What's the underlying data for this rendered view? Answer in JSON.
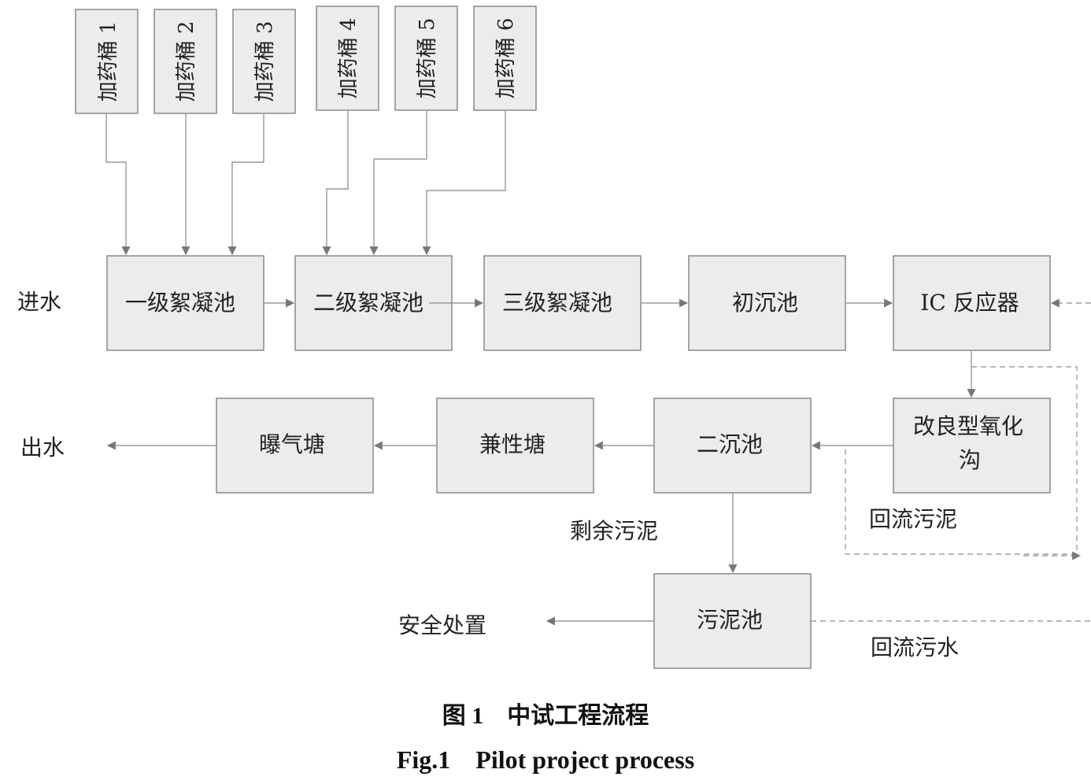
{
  "diagram": {
    "tanks": [
      "加药桶 1",
      "加药桶 2",
      "加药桶 3",
      "加药桶 4",
      "加药桶 5",
      "加药桶 6"
    ],
    "row1": [
      "一级絮凝池",
      "二级絮凝池",
      "三级絮凝池",
      "初沉池",
      "IC 反应器"
    ],
    "oxidation_ditch": [
      "改良型氧化",
      "沟"
    ],
    "row2": [
      "二沉池",
      "兼性塘",
      "曝气塘"
    ],
    "sludge_tank": "污泥池",
    "labels": {
      "inlet": "进水",
      "outlet": "出水",
      "return_sludge": "回流污泥",
      "excess_sludge": "剩余污泥",
      "safe_disposal": "安全处置",
      "return_water": "回流污水"
    }
  },
  "caption": {
    "cn": "图 1　中试工程流程",
    "en": "Fig.1　Pilot project process"
  }
}
